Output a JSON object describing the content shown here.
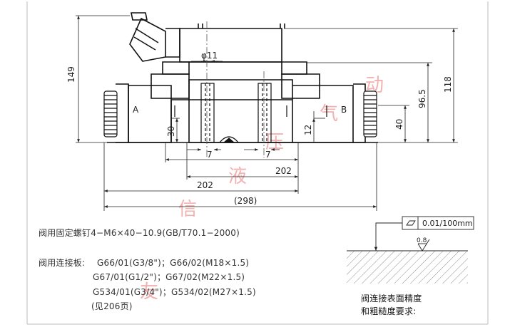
{
  "dimensions": {
    "d149": "149",
    "d118": "118",
    "d96_5": "96.5",
    "d11": "φ11",
    "d30": "30",
    "d7a": "7",
    "d7b": "7",
    "d12": "12",
    "d40": "40",
    "d202a": "202",
    "d202b": "202",
    "d298": "(298)"
  },
  "ports": {
    "a": "A",
    "b": "B"
  },
  "watermark": [
    "友",
    "信",
    "液",
    "压",
    "气",
    "动"
  ],
  "surface": {
    "flatness": "0.01/100mm",
    "roughness": "0.8"
  },
  "notes": {
    "bolts": "阀用固定螺钉4−M6×40−10.9(GB/T70.1−2000)",
    "plate_title": "阀用连接板:",
    "line1": "G66/01(G3/8\")；G66/02(M18×1.5)",
    "line2": "G67/01(G1/2\")；G67/02(M22×1.5)",
    "line3": "G534/01(G3/4\")；G534/02(M27×1.5)",
    "line4": "(见206页)",
    "surface_caption1": "阀连接表面精度",
    "surface_caption2": "和粗糙度要求:"
  }
}
